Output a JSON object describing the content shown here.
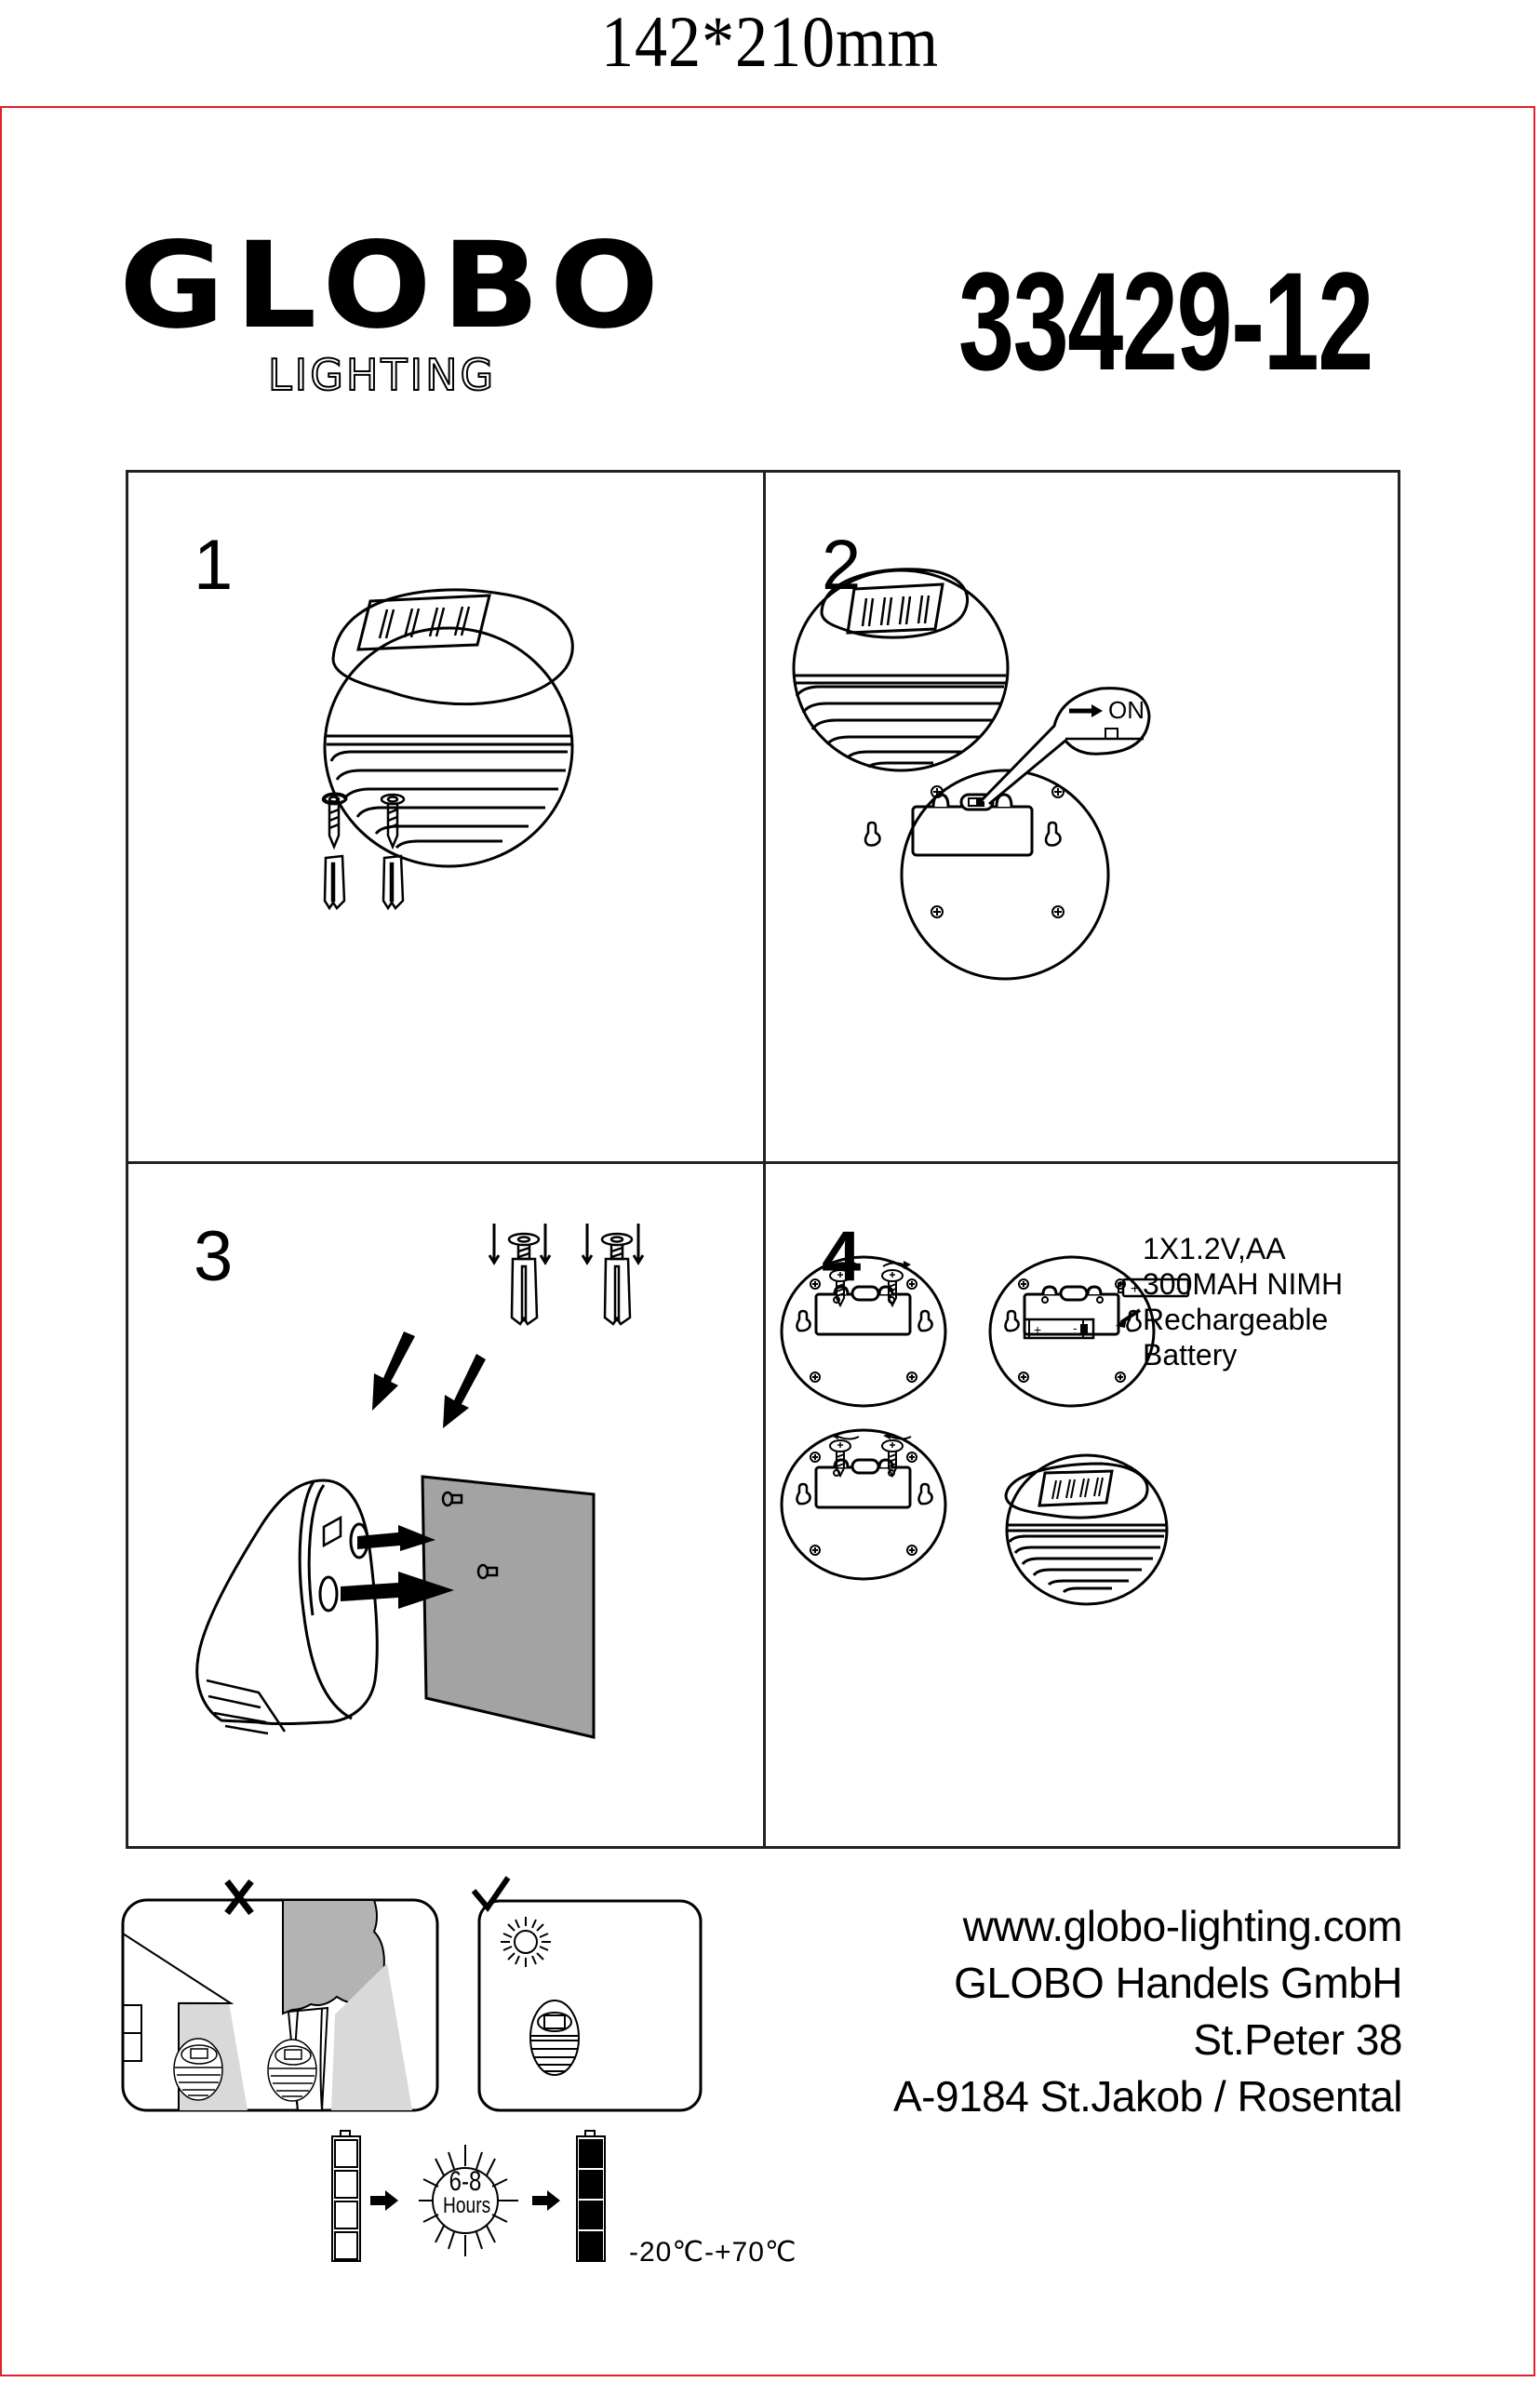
{
  "header": {
    "size_label": "142*210mm",
    "brand": "GLOBO",
    "brand_sub": "LIGHTING",
    "model_number": "33429-12"
  },
  "steps": [
    {
      "number": "1",
      "description": "Lamp with screws and wall plugs"
    },
    {
      "number": "2",
      "description": "Switch on the lamp at the back",
      "switch_label": "ON"
    },
    {
      "number": "3",
      "description": "Fix wall plugs and screws, hang lamp on wall"
    },
    {
      "number": "4",
      "description": "Open cover, insert battery, close cover",
      "battery_spec_line1": "1X1.2V,AA 300MAH NIMH",
      "battery_spec_line2": "Rechargeable Battery",
      "battery_plus": "+",
      "battery_minus": "-"
    }
  ],
  "placement": {
    "wrong_icon": "cross-mark-icon",
    "right_icon": "check-mark-icon",
    "charge_hours_value": "6-8",
    "charge_hours_unit": "Hours",
    "battery_empty_level": 0,
    "battery_full_level": 1,
    "temperature_range": "-20℃-+70℃"
  },
  "address": {
    "website": "www.globo-lighting.com",
    "company": "GLOBO Handels GmbH",
    "street": "St.Peter 38",
    "city": "A-9184 St.Jakob / Rosental"
  },
  "colors": {
    "frame_border": "#e0202a",
    "wall_gray": "#a3a3a3",
    "shade_gray": "#d9d9d9",
    "tree_gray": "#b3b3b3"
  }
}
